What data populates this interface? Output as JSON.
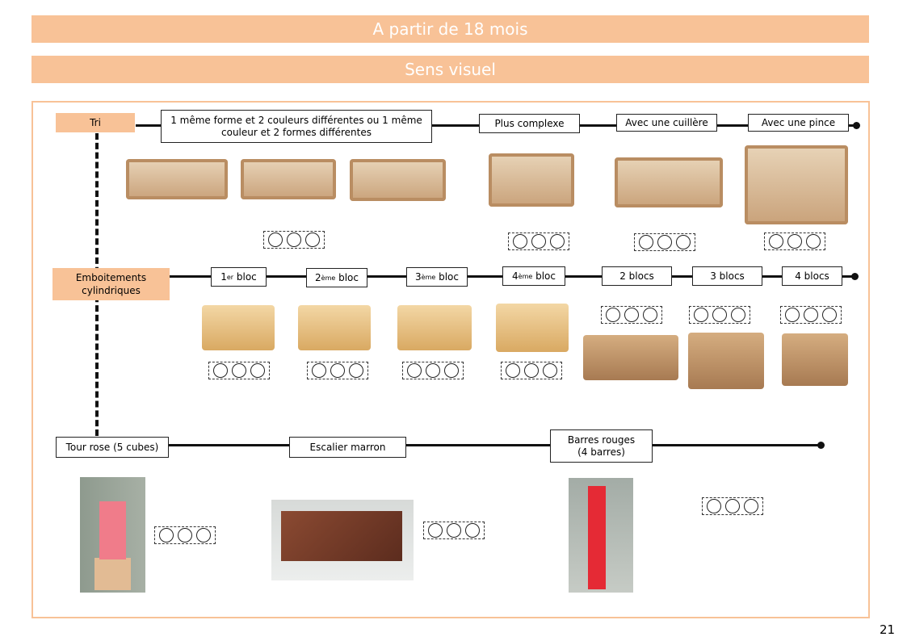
{
  "header": {
    "age": "A partir de 18 mois",
    "domain": "Sens visuel"
  },
  "rows": [
    {
      "category": "Tri",
      "steps": [
        "1 même  forme et  2 couleurs différentes ou 1 même couleur et 2 formes différentes",
        "Plus complexe",
        "Avec une cuillère",
        "Avec une pince"
      ]
    },
    {
      "category": "Emboitements cylindriques",
      "steps": [
        {
          "num": "1",
          "sup": "er",
          "text": " bloc"
        },
        {
          "num": "2",
          "sup": "ème",
          "text": " bloc"
        },
        {
          "num": "3",
          "sup": "ème",
          "text": " bloc"
        },
        {
          "num": "4",
          "sup": "ème",
          "text": " bloc"
        },
        "2 blocs",
        "3 blocs",
        "4 blocs"
      ]
    },
    {
      "steps": [
        "Tour rose (5 cubes)",
        "Escalier marron",
        "Barres rouges (4 barres)"
      ]
    }
  ],
  "page_number": "21",
  "colors": {
    "accent": "#f8c297"
  }
}
